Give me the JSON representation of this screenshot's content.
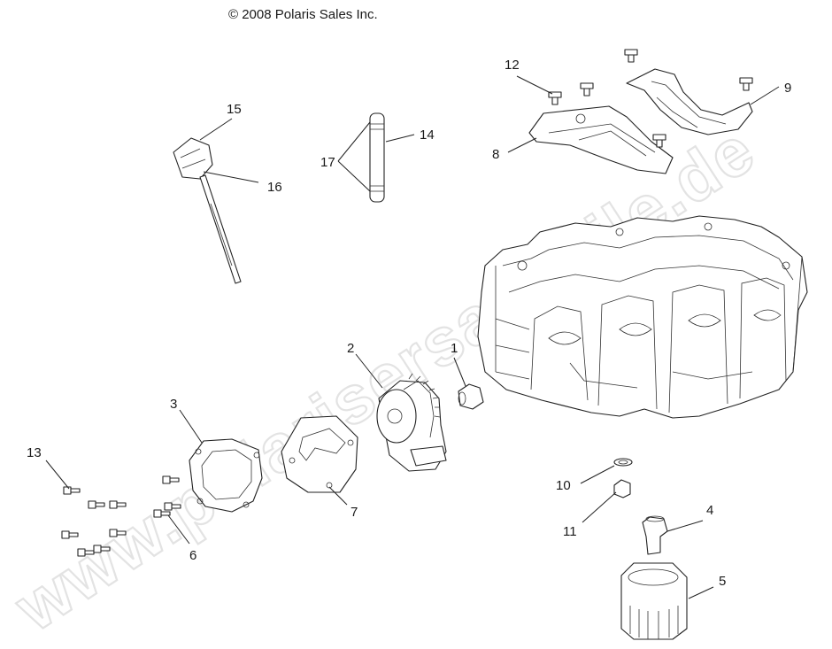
{
  "copyright": "© 2008 Polaris Sales Inc.",
  "watermark": "www.polarisersatzteile.de",
  "callouts": [
    {
      "id": "1",
      "part": "oil-pump-strainer-fitting"
    },
    {
      "id": "2",
      "part": "oil-pump"
    },
    {
      "id": "3",
      "part": "oil-pump-cover"
    },
    {
      "id": "4",
      "part": "oil-filter-adapter"
    },
    {
      "id": "5",
      "part": "oil-filter"
    },
    {
      "id": "6",
      "part": "cover-bolts"
    },
    {
      "id": "7",
      "part": "cover-gasket"
    },
    {
      "id": "8",
      "part": "baffle-plate"
    },
    {
      "id": "9",
      "part": "crank-baffle"
    },
    {
      "id": "10",
      "part": "drain-washer"
    },
    {
      "id": "11",
      "part": "drain-plug"
    },
    {
      "id": "12",
      "part": "baffle-screws"
    },
    {
      "id": "13",
      "part": "pump-bolts"
    },
    {
      "id": "14",
      "part": "oil-tube"
    },
    {
      "id": "15",
      "part": "dipstick-cap"
    },
    {
      "id": "16",
      "part": "dipstick"
    },
    {
      "id": "17",
      "part": "tube-o-rings"
    }
  ]
}
